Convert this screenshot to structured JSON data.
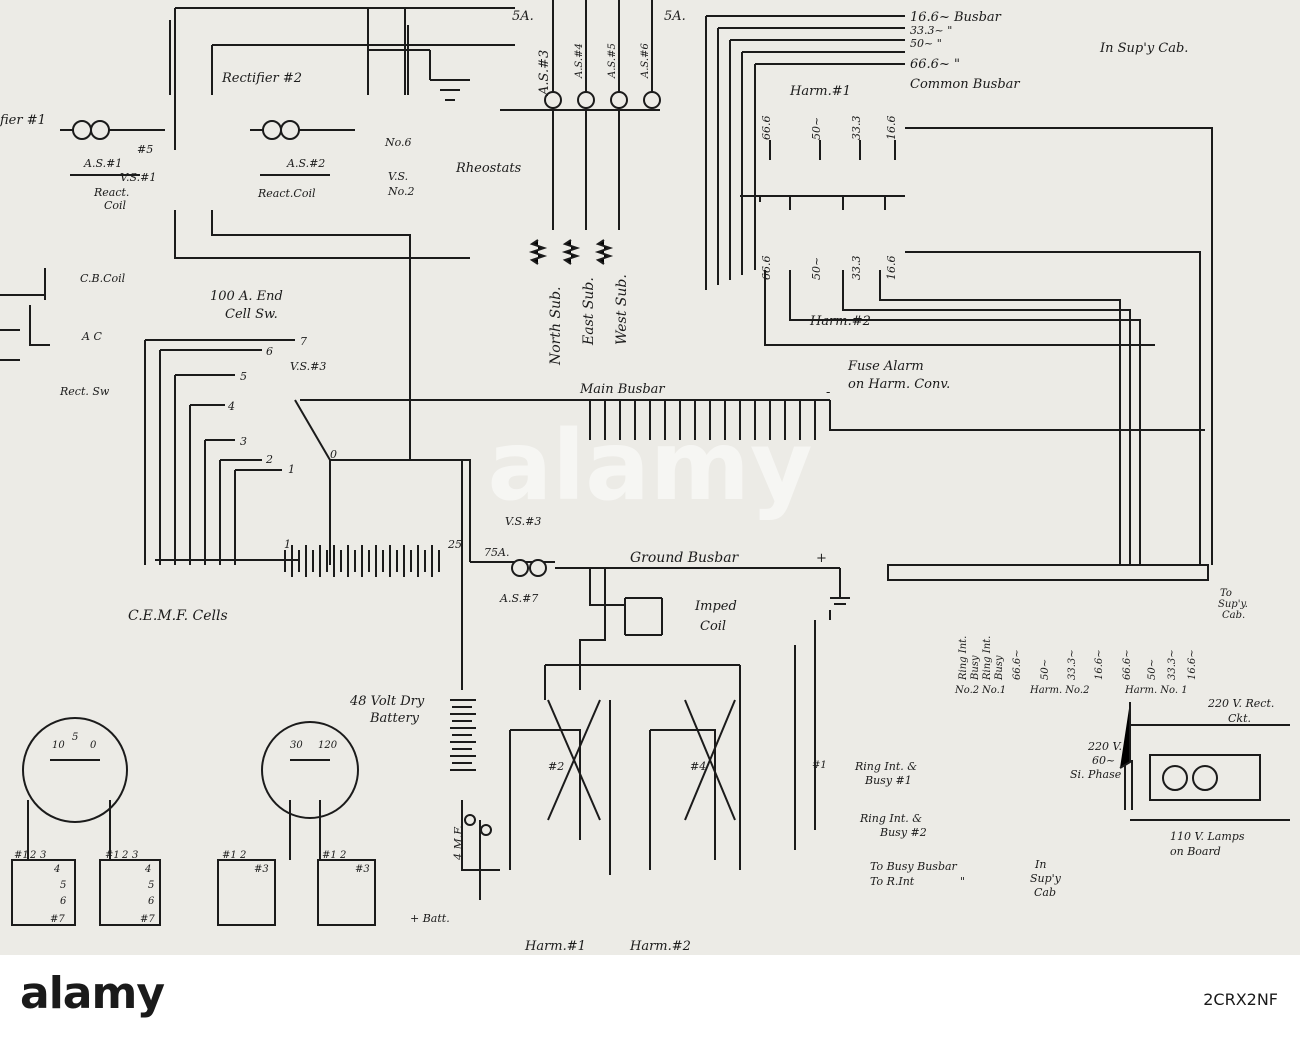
{
  "watermark": {
    "brand": "alamy",
    "image_id": "2CRX2NF"
  },
  "labels": {
    "five_a_left": "5A.",
    "five_a_right": "5A.",
    "as4": "A.S.#4",
    "as5": "A.S.#5",
    "as6": "A.S.#6",
    "as3": "A.S.#3",
    "rectifier2": "Rectifier #2",
    "rectifier1": "fier #1",
    "as1": "A.S.#1",
    "vs1": "V.S.#1",
    "num5": "#5",
    "as2": "A.S.#2",
    "no6": "No.6",
    "vs_no2a": "V.S.",
    "vs_no2b": "No.2",
    "react_coil1a": "React.",
    "react_coil1b": "Coil",
    "react_coil2": "React.Coil",
    "rheostats": "Rheostats",
    "north_sub": "North Sub.",
    "east_sub": "East Sub.",
    "west_sub": "West Sub.",
    "cb_coil": "C.B.Coil",
    "ac": "A C",
    "rect_sw": "Rect. Sw",
    "end_cell_sw1": "100 A. End",
    "end_cell_sw2": "Cell Sw.",
    "vs3_top": "V.S.#3",
    "cell_nums": [
      "7",
      "6",
      "5",
      "4",
      "3",
      "2",
      "1",
      "0"
    ],
    "busbar_16": "16.6~ Busbar",
    "busbar_33": "33.3~ \"",
    "busbar_50": "50~ \"",
    "busbar_66": "66.6~ \"",
    "common_busbar": "Common Busbar",
    "in_supy_cab": "In Sup'y Cab.",
    "harm1": "Harm.#1",
    "harm2": "Harm.#2",
    "freq_labels": [
      "66.6",
      "50~",
      "33.3",
      "16.6"
    ],
    "fuse_alarm1": "Fuse Alarm",
    "fuse_alarm2": "on Harm. Conv.",
    "main_busbar": "Main Busbar",
    "minus": "-",
    "plus": "+",
    "ground_busbar": "Ground Busbar",
    "vs3_mid": "V.S.#3",
    "amp75": "75A.",
    "as7": "A.S.#7",
    "cell25": "25",
    "cell1": "1",
    "cemf": "C.E.M.F. Cells",
    "imped1": "Imped",
    "imped2": "Coil",
    "dry1": "48 Volt Dry",
    "dry2": "Battery",
    "mf4": "4 M.F.",
    "batt": "+ Batt.",
    "harm_bottom1": "Harm.#1",
    "harm_bottom2": "Harm.#2",
    "sw2": "#2",
    "sw4": "#4",
    "to_supy_cab1": "To",
    "to_supy_cab2": "Sup'y.",
    "to_supy_cab3": "Cab.",
    "terminal_labels": [
      "Ring Int.",
      "Busy",
      "Ring Int.",
      "Busy",
      "66.6~",
      "50~",
      "33.3~",
      "16.6~",
      "66.6~",
      "50~",
      "33.3~",
      "16.6~"
    ],
    "terminal_groups": [
      "No.2",
      "No.1",
      "Harm. No.2",
      "Harm. No. 1"
    ],
    "ring_busy1a": "Ring Int. &",
    "ring_busy1b": "Busy #1",
    "ring_busy2a": "Ring Int. &",
    "ring_busy2b": "Busy #2",
    "to_busy": "To Busy Busbar",
    "to_rint": "To R.Int",
    "ditto": "\"",
    "in_supy_1": "In",
    "in_supy_2": "Sup'y",
    "in_supy_3": "Cab",
    "rect_ckt1": "220 V. Rect.",
    "rect_ckt2": "Ckt.",
    "v220": "220 V.",
    "hz60": "60~",
    "phase": "Si. Phase",
    "lamps1": "110 V. Lamps",
    "lamps2": "on Board",
    "sw1": "#1",
    "meter_left_scale": [
      "10",
      "5",
      "0"
    ],
    "meter_right_scale": [
      "30",
      "120"
    ],
    "sel_a": [
      "#1",
      "2",
      "3",
      "4",
      "5",
      "6",
      "#7"
    ],
    "sel_b": [
      "#1",
      "2",
      "3",
      "4",
      "5",
      "6",
      "#7"
    ],
    "sel_c": [
      "#1",
      "2",
      "#3"
    ],
    "sel_d": [
      "#1",
      "2",
      "#3"
    ]
  }
}
